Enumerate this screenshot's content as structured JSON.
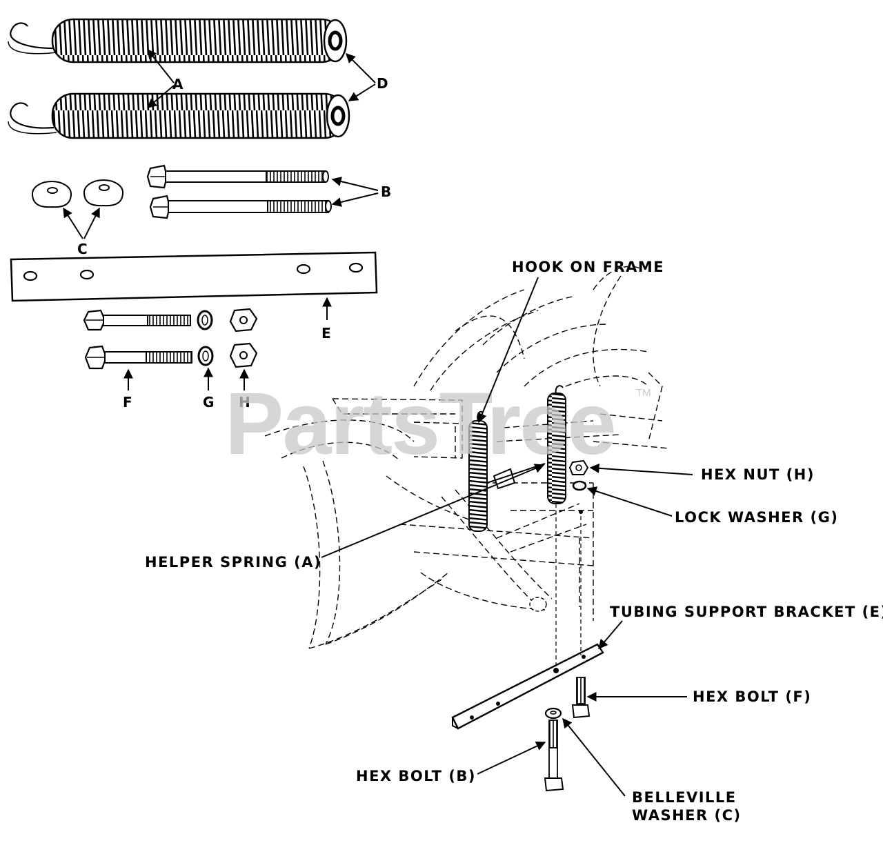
{
  "watermark": {
    "text": "PartsTree",
    "trademark": "TM"
  },
  "part_letters": {
    "a": "A",
    "b": "B",
    "c": "C",
    "d": "D",
    "e": "E",
    "f": "F",
    "g": "G",
    "h": "H"
  },
  "callouts": {
    "hook_on_frame": "HOOK ON FRAME",
    "hex_nut": "HEX NUT (H)",
    "lock_washer": "LOCK WASHER (G)",
    "helper_spring": "HELPER SPRING (A)",
    "tubing_support_bracket": "TUBING SUPPORT BRACKET (E)",
    "hex_bolt_f": "HEX BOLT (F)",
    "hex_bolt_b": "HEX BOLT (B)",
    "belleville_line1": "BELLEVILLE",
    "belleville_line2": "WASHER (C)"
  }
}
